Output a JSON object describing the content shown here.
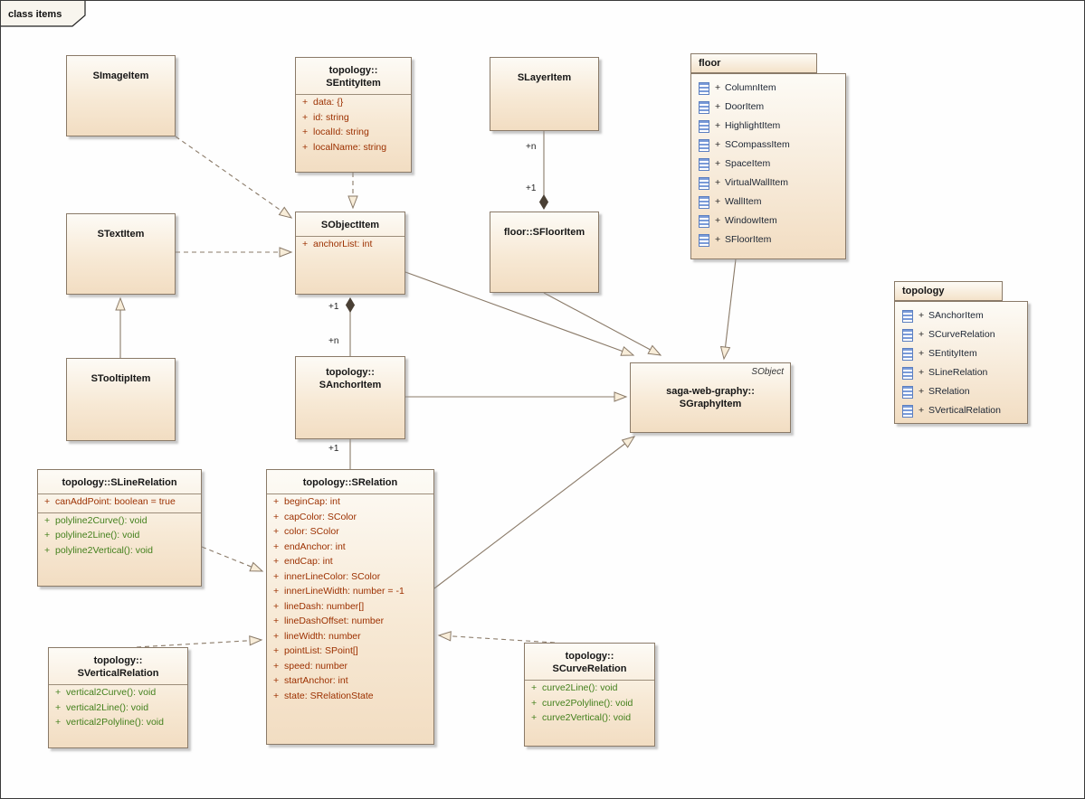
{
  "frame": {
    "label": "class items"
  },
  "colors": {
    "box_border": "#8a7a68",
    "box_fill_top": "#fdfbf6",
    "box_fill_bottom": "#f2ddc2",
    "attribute_text": "#9c3000",
    "method_text": "#43801c",
    "icon_blue": "#5c7fc0",
    "connector": "#8a7a68"
  },
  "classes": {
    "simage": {
      "name": "SImageItem"
    },
    "sentity": {
      "name1": "topology::",
      "name2": "SEntityItem",
      "attrs": [
        {
          "vis": "+",
          "text": "data: {}"
        },
        {
          "vis": "+",
          "text": "id: string"
        },
        {
          "vis": "+",
          "text": "localId: string"
        },
        {
          "vis": "+",
          "text": "localName: string"
        }
      ]
    },
    "slayer": {
      "name": "SLayerItem"
    },
    "stext": {
      "name": "STextItem"
    },
    "sobject": {
      "name": "SObjectItem",
      "attrs": [
        {
          "vis": "+",
          "text": "anchorList: int"
        }
      ]
    },
    "sfloor": {
      "name": "floor::SFloorItem"
    },
    "stooltip": {
      "name": "STooltipItem"
    },
    "sanchor": {
      "name1": "topology::",
      "name2": "SAnchorItem"
    },
    "sgraphy": {
      "stereotype": "SObject",
      "name1": "saga-web-graphy::",
      "name2": "SGraphyItem"
    },
    "sline": {
      "name": "topology::SLineRelation",
      "attrs": [
        {
          "vis": "+",
          "text": "canAddPoint: boolean = true"
        }
      ],
      "methods": [
        {
          "vis": "+",
          "text": "polyline2Curve(): void"
        },
        {
          "vis": "+",
          "text": "polyline2Line(): void"
        },
        {
          "vis": "+",
          "text": "polyline2Vertical(): void"
        }
      ]
    },
    "srelation": {
      "name": "topology::SRelation",
      "attrs": [
        {
          "vis": "+",
          "text": "beginCap: int"
        },
        {
          "vis": "+",
          "text": "capColor: SColor"
        },
        {
          "vis": "+",
          "text": "color: SColor"
        },
        {
          "vis": "+",
          "text": "endAnchor: int"
        },
        {
          "vis": "+",
          "text": "endCap: int"
        },
        {
          "vis": "+",
          "text": "innerLineColor: SColor"
        },
        {
          "vis": "+",
          "text": "innerLineWidth: number = -1"
        },
        {
          "vis": "+",
          "text": "lineDash: number[]"
        },
        {
          "vis": "+",
          "text": "lineDashOffset: number"
        },
        {
          "vis": "+",
          "text": "lineWidth: number"
        },
        {
          "vis": "+",
          "text": "pointList: SPoint[]"
        },
        {
          "vis": "+",
          "text": "speed: number"
        },
        {
          "vis": "+",
          "text": "startAnchor: int"
        },
        {
          "vis": "+",
          "text": "state: SRelationState"
        }
      ]
    },
    "svertical": {
      "name1": "topology::",
      "name2": "SVerticalRelation",
      "methods": [
        {
          "vis": "+",
          "text": "vertical2Curve(): void"
        },
        {
          "vis": "+",
          "text": "vertical2Line(): void"
        },
        {
          "vis": "+",
          "text": "vertical2Polyline(): void"
        }
      ]
    },
    "scurve": {
      "name1": "topology::",
      "name2": "SCurveRelation",
      "methods": [
        {
          "vis": "+",
          "text": "curve2Line(): void"
        },
        {
          "vis": "+",
          "text": "curve2Polyline(): void"
        },
        {
          "vis": "+",
          "text": "curve2Vertical(): void"
        }
      ]
    }
  },
  "packages": {
    "floor": {
      "name": "floor",
      "items": [
        {
          "vis": "+",
          "text": "ColumnItem"
        },
        {
          "vis": "+",
          "text": "DoorItem"
        },
        {
          "vis": "+",
          "text": "HighlightItem"
        },
        {
          "vis": "+",
          "text": "SCompassItem"
        },
        {
          "vis": "+",
          "text": "SpaceItem"
        },
        {
          "vis": "+",
          "text": "VirtualWallItem"
        },
        {
          "vis": "+",
          "text": "WallItem"
        },
        {
          "vis": "+",
          "text": "WindowItem"
        },
        {
          "vis": "+",
          "text": "SFloorItem"
        }
      ]
    },
    "topology": {
      "name": "topology",
      "items": [
        {
          "vis": "+",
          "text": "SAnchorItem"
        },
        {
          "vis": "+",
          "text": "SCurveRelation"
        },
        {
          "vis": "+",
          "text": "SEntityItem"
        },
        {
          "vis": "+",
          "text": "SLineRelation"
        },
        {
          "vis": "+",
          "text": "SRelation"
        },
        {
          "vis": "+",
          "text": "SVerticalRelation"
        }
      ]
    }
  },
  "multiplicities": [
    {
      "text": "+n"
    },
    {
      "text": "+1"
    },
    {
      "text": "+1"
    },
    {
      "text": "+n"
    },
    {
      "text": "+1"
    }
  ]
}
